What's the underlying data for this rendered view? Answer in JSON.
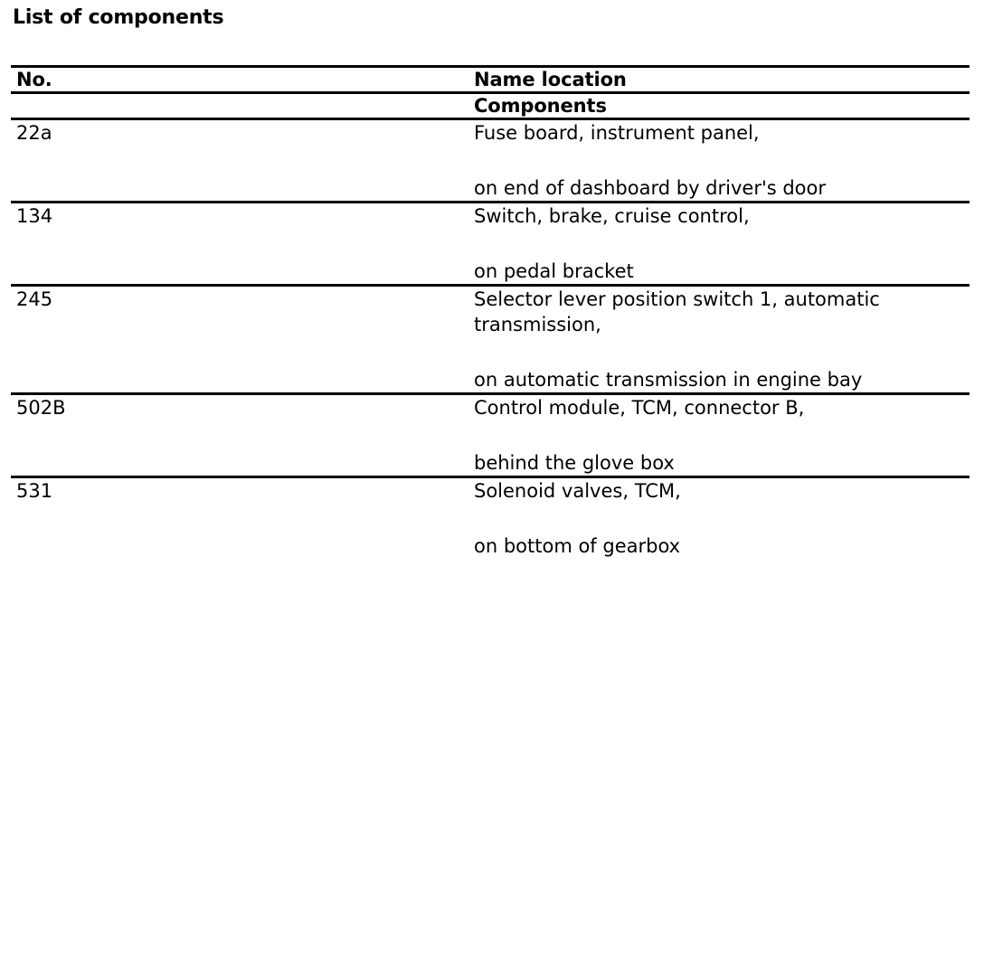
{
  "document": {
    "title": "List of components"
  },
  "table": {
    "headers": {
      "no": "No.",
      "name_location": "Name location",
      "subheader": "Components"
    },
    "rows": [
      {
        "no": "22a",
        "name": "Fuse board, instrument panel,",
        "location": "on end of dashboard by driver's door"
      },
      {
        "no": "134",
        "name": "Switch, brake, cruise control,",
        "location": "on pedal bracket"
      },
      {
        "no": "245",
        "name": "Selector lever position switch 1, automatic transmission,",
        "location": "on automatic transmission in engine bay"
      },
      {
        "no": "502B",
        "name": "Control module, TCM, connector B,",
        "location": "behind the glove box"
      },
      {
        "no": "531",
        "name": "Solenoid valves, TCM,",
        "location": "on bottom of gearbox"
      }
    ]
  },
  "style": {
    "text_color": "#000000",
    "background_color": "#ffffff",
    "rule_color": "#000000"
  }
}
